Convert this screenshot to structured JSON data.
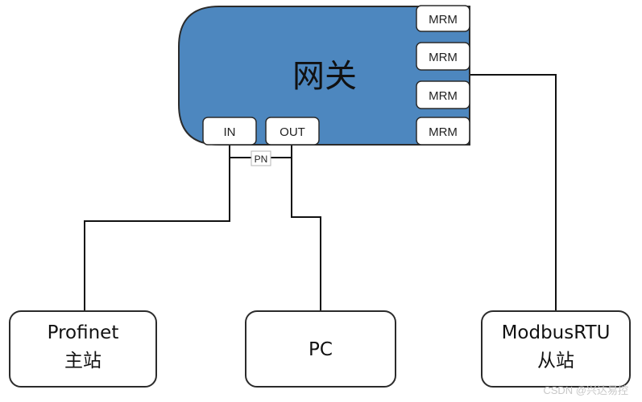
{
  "gateway": {
    "label": "网关",
    "fill": "#4d87bf"
  },
  "mrm_ports": [
    {
      "label": "MRM"
    },
    {
      "label": "MRM"
    },
    {
      "label": "MRM"
    },
    {
      "label": "MRM"
    }
  ],
  "bottom_ports": {
    "in_label": "IN",
    "out_label": "OUT"
  },
  "pn_label": "PN",
  "devices": {
    "profinet_line1": "Profinet",
    "profinet_line2": "主站",
    "pc": "PC",
    "modbus_line1": "ModbusRTU",
    "modbus_line2": "从站"
  },
  "watermark": "CSDN @兴达易控"
}
